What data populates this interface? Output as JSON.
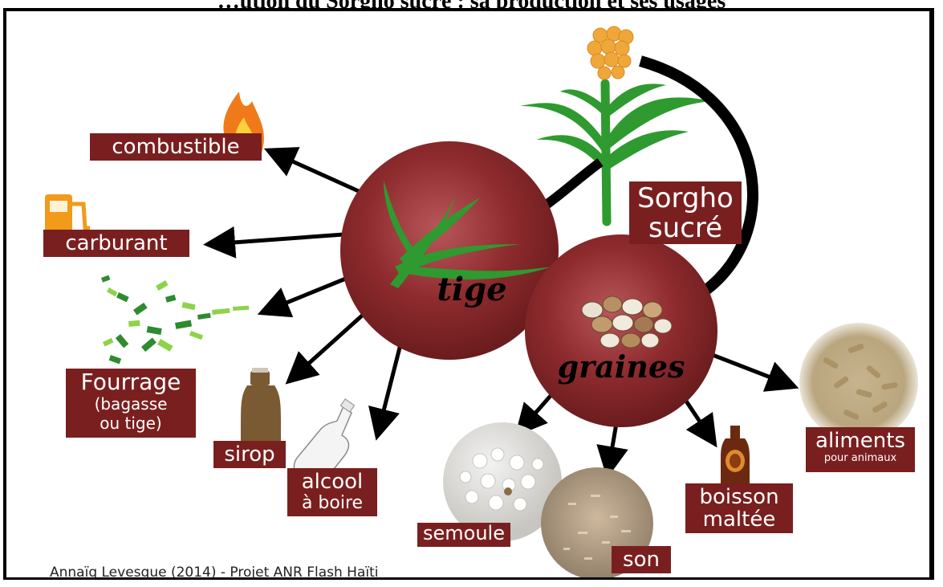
{
  "page_title": "…ution du Sorgho sucré : sa production et ses usages",
  "central": {
    "plant_label_line1": "Sorgho",
    "plant_label_line2": "sucré",
    "stem_label": "tige",
    "grain_label": "graines"
  },
  "stem_products": [
    {
      "id": "combustible",
      "lines": [
        "combustible"
      ]
    },
    {
      "id": "carburant",
      "lines": [
        "carburant"
      ]
    },
    {
      "id": "fourrage",
      "lines": [
        "Fourrage",
        "(bagasse",
        "ou tige)"
      ]
    },
    {
      "id": "sirop",
      "lines": [
        "sirop"
      ]
    },
    {
      "id": "alcool",
      "lines": [
        "alcool",
        "à boire"
      ]
    }
  ],
  "grain_products": [
    {
      "id": "semoule",
      "lines": [
        "semoule"
      ]
    },
    {
      "id": "son",
      "lines": [
        "son"
      ]
    },
    {
      "id": "boisson",
      "lines": [
        "boisson",
        "maltée"
      ]
    },
    {
      "id": "aliments",
      "lines": [
        "aliments",
        "pour animaux"
      ]
    }
  ],
  "credit": "Annaïg Levesque (2014) - Projet ANR Flash Haïti",
  "colors": {
    "label_bg": "#7a1f1f",
    "circle": "#8e2b2e",
    "leaf": "#2f9a2f",
    "grain": "#f0a73a"
  }
}
